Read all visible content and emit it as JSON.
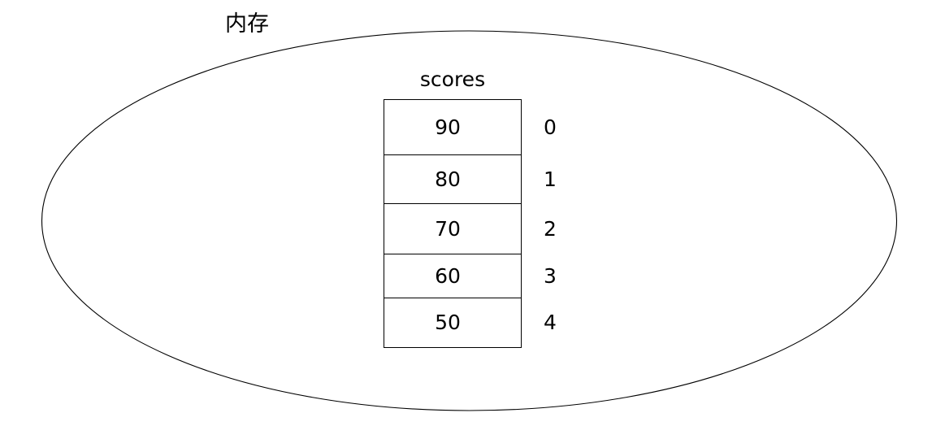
{
  "diagram": {
    "memory_region": {
      "label": "内存",
      "shape": "ellipse",
      "stroke_color": "#000000",
      "fill_color": "#ffffff"
    },
    "array": {
      "name": "scores",
      "cells": [
        {
          "value": "90",
          "index": "0",
          "height": 68
        },
        {
          "value": "80",
          "index": "1",
          "height": 60
        },
        {
          "value": "70",
          "index": "2",
          "height": 62
        },
        {
          "value": "60",
          "index": "3",
          "height": 54
        },
        {
          "value": "50",
          "index": "4",
          "height": 60
        }
      ]
    }
  }
}
